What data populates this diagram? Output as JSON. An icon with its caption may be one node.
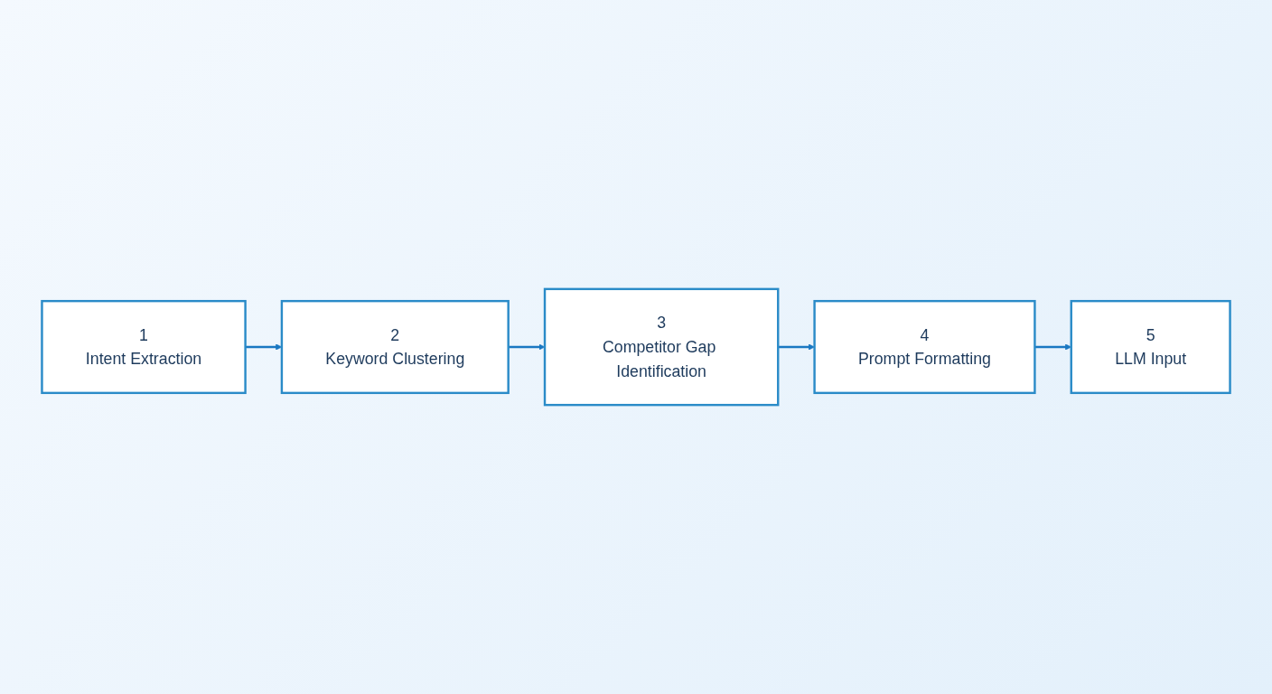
{
  "diagram": {
    "nodes": [
      {
        "text": [
          "1",
          "Intent Extraction"
        ]
      },
      {
        "text": [
          "2",
          "Keyword Clustering"
        ]
      },
      {
        "text": [
          "3",
          "Competitor Gap Identification"
        ]
      },
      {
        "text": [
          "4",
          "Prompt Formatting"
        ]
      },
      {
        "text": [
          "5",
          "LLM Input"
        ]
      }
    ],
    "edges": [
      {
        "from": 0,
        "to": 1,
        "arrow": "to"
      },
      {
        "from": 1,
        "to": 2,
        "arrow": "to"
      },
      {
        "from": 2,
        "to": 3,
        "arrow": "to"
      },
      {
        "from": 3,
        "to": 4,
        "arrow": "to"
      }
    ]
  }
}
